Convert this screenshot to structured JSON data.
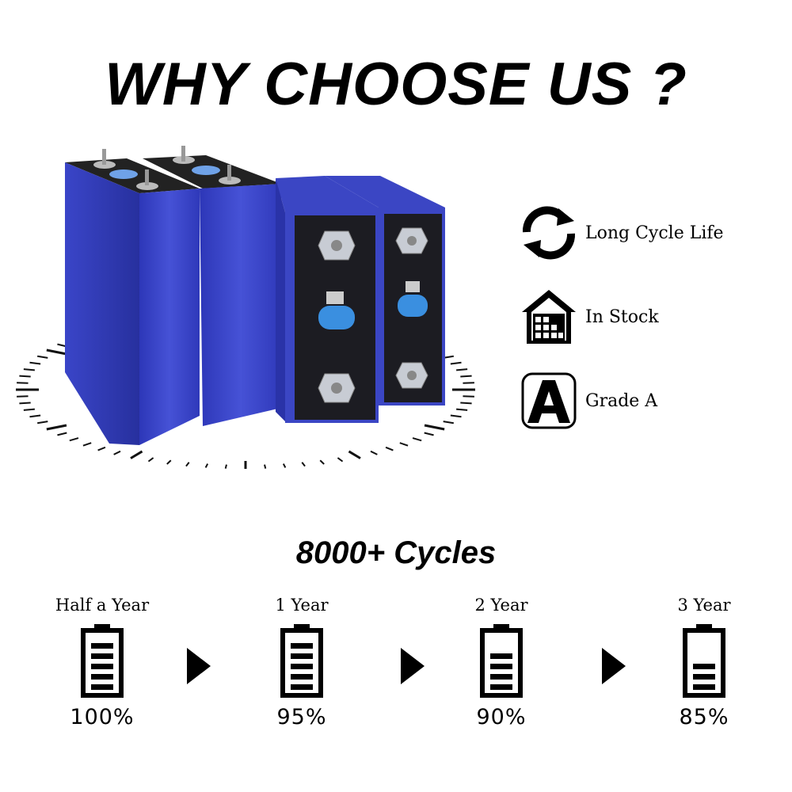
{
  "headline": "WHY CHOOSE US ?",
  "features": [
    {
      "label": "Long Cycle Life",
      "icon": "cycle-arrows-icon"
    },
    {
      "label": "In Stock",
      "icon": "warehouse-icon"
    },
    {
      "label": "Grade A",
      "icon": "grade-a-icon"
    }
  ],
  "cycles_title": "8000+ Cycles",
  "stages": [
    {
      "period": "Half a Year",
      "percent": "100%",
      "bars": 5
    },
    {
      "period": "1 Year",
      "percent": "95%",
      "bars": 5
    },
    {
      "period": "2 Year",
      "percent": "90%",
      "bars": 4
    },
    {
      "period": "3 Year",
      "percent": "85%",
      "bars": 3
    }
  ],
  "colors": {
    "cell_blue": "#3a45c8",
    "cell_face": "#1c1c22",
    "vent_blue": "#3a8fe0"
  }
}
